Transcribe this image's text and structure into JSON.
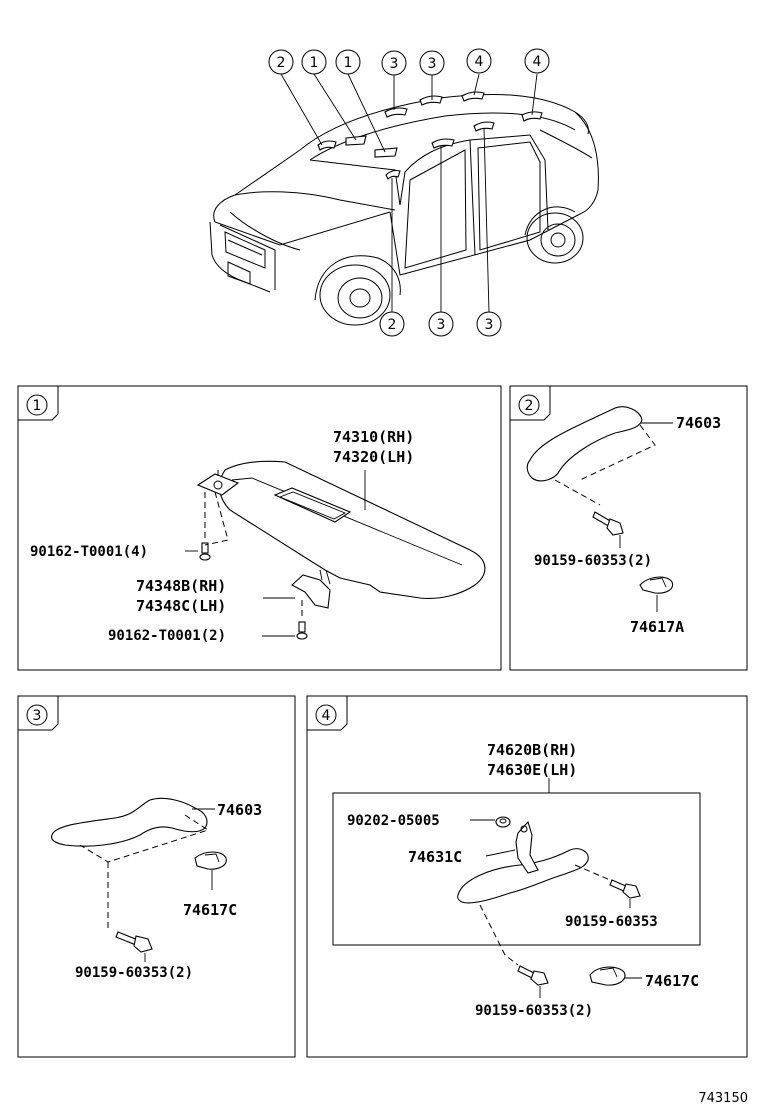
{
  "callouts": {
    "n1": "1",
    "n2": "2",
    "n3": "3",
    "n4": "4"
  },
  "panel1": {
    "visor_rh": "74310(RH)",
    "visor_lh": "74320(LH)",
    "screw_top": "90162-T0001(4)",
    "holder_rh": "74348B(RH)",
    "holder_lh": "74348C(LH)",
    "screw_bottom": "90162-T0001(2)"
  },
  "panel2": {
    "grip": "74603",
    "bolt": "90159-60353(2)",
    "clip": "74617A"
  },
  "panel3": {
    "grip": "74603",
    "clip": "74617C",
    "bolt": "90159-60353(2)"
  },
  "panel4": {
    "assy_rh": "74620B(RH)",
    "assy_lh": "74630E(LH)",
    "nut": "90202-05005",
    "hook": "74631C",
    "bolt_inner": "90159-60353",
    "clip": "74617C",
    "bolt_outer": "90159-60353(2)"
  },
  "footer": {
    "ref_code": "743150"
  }
}
